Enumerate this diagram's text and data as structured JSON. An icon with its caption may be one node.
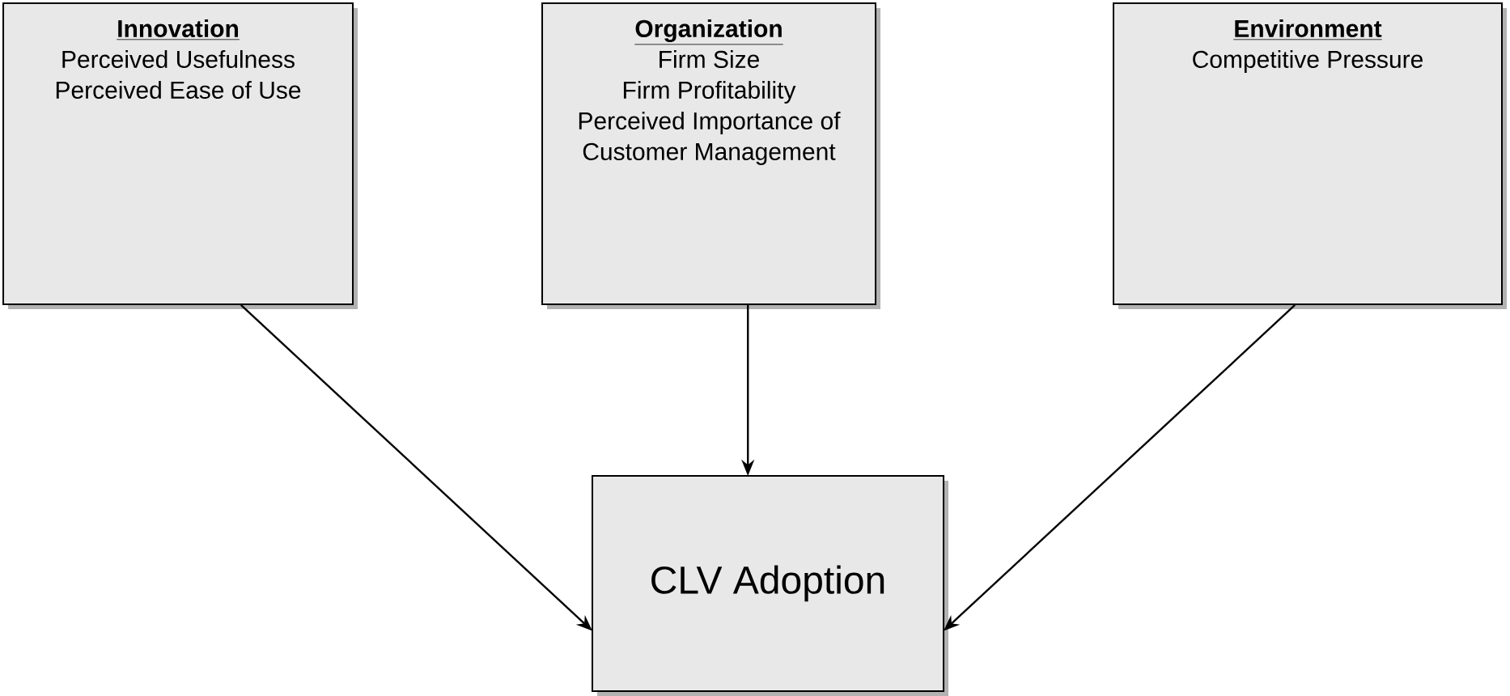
{
  "diagram": {
    "nodes": [
      {
        "text": [
          "Innovation",
          "Perceived Usefulness",
          "Perceived Ease of Use"
        ]
      },
      {
        "text": [
          "Organization",
          "Firm Size",
          "Firm Profitability",
          "Perceived Importance of Customer Management"
        ]
      },
      {
        "text": [
          "Environment",
          "Competitive Pressure"
        ]
      },
      {
        "text": [
          "CLV Adoption"
        ]
      }
    ],
    "edges": [
      {
        "from": 0,
        "to": 3,
        "arrow": "to"
      },
      {
        "from": 1,
        "to": 3,
        "arrow": "to"
      },
      {
        "from": 2,
        "to": 3,
        "arrow": "to"
      }
    ]
  }
}
